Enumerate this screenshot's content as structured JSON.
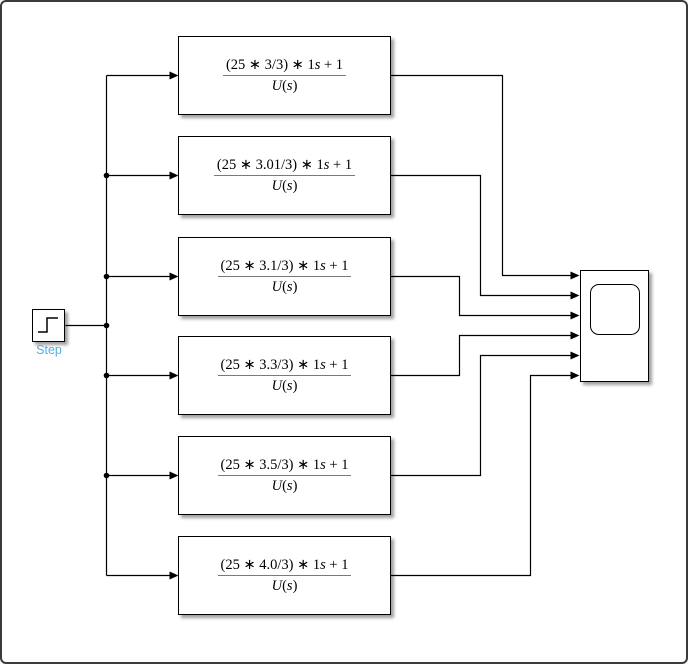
{
  "step": {
    "label": "Step"
  },
  "tf_blocks": [
    {
      "num_pre": "(25 ∗ 3/3) ∗ 1",
      "num_var": "s",
      "num_post": " + 1",
      "den_u": "U",
      "den_open": "(",
      "den_var": "s",
      "den_close": ")"
    },
    {
      "num_pre": "(25 ∗ 3.01/3) ∗ 1",
      "num_var": "s",
      "num_post": " + 1",
      "den_u": "U",
      "den_open": "(",
      "den_var": "s",
      "den_close": ")"
    },
    {
      "num_pre": "(25 ∗ 3.1/3) ∗ 1",
      "num_var": "s",
      "num_post": " + 1",
      "den_u": "U",
      "den_open": "(",
      "den_var": "s",
      "den_close": ")"
    },
    {
      "num_pre": "(25 ∗ 3.3/3) ∗ 1",
      "num_var": "s",
      "num_post": " + 1",
      "den_u": "U",
      "den_open": "(",
      "den_var": "s",
      "den_close": ")"
    },
    {
      "num_pre": "(25 ∗ 3.5/3) ∗ 1",
      "num_var": "s",
      "num_post": " + 1",
      "den_u": "U",
      "den_open": "(",
      "den_var": "s",
      "den_close": ")"
    },
    {
      "num_pre": "(25 ∗ 4.0/3) ∗ 1",
      "num_var": "s",
      "num_post": " + 1",
      "den_u": "U",
      "den_open": "(",
      "den_var": "s",
      "den_close": ")"
    }
  ],
  "colors": {
    "wire": "#000000",
    "block_border": "#000000",
    "block_fill": "#ffffff",
    "fraction_bar": "#7a7a7a",
    "step_label": "#54ade4",
    "canvas_border": "#3b3b3b"
  }
}
